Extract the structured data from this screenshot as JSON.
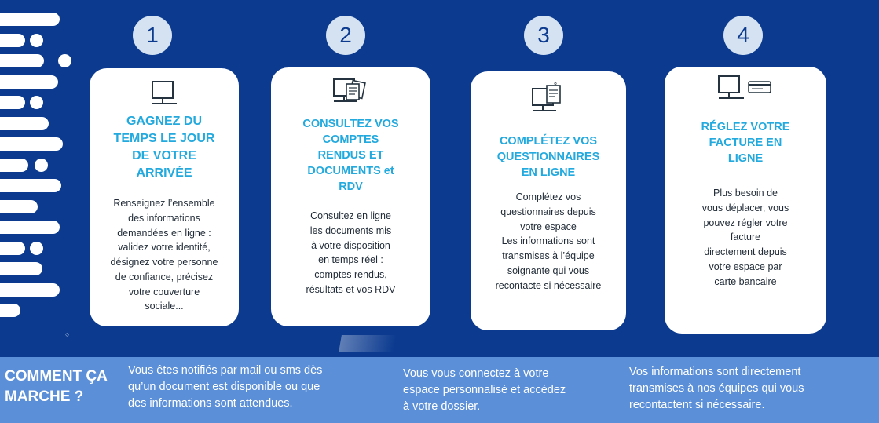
{
  "steps": [
    {
      "number": "1",
      "title": [
        "GAGNEZ DU",
        "TEMPS  LE JOUR",
        "DE VOTRE",
        "ARRIVÉE"
      ],
      "body": [
        "Renseignez l’ensemble",
        "des informations",
        "demandées en ligne :",
        "validez votre identité,",
        "désignez votre personne",
        "de confiance, précisez",
        "votre couverture",
        "sociale..."
      ],
      "icon": "computer-icon"
    },
    {
      "number": "2",
      "title": [
        "CONSULTEZ VOS",
        "COMPTES",
        "RENDUS ET",
        "DOCUMENTS et",
        "RDV"
      ],
      "body": [
        "Consultez en ligne",
        "les  documents mis",
        "à votre disposition",
        "en temps réel :",
        "comptes rendus,",
        "résultats et vos RDV"
      ],
      "icon": "computer-documents-icon"
    },
    {
      "number": "3",
      "title": [
        "COMPLÉTEZ VOS",
        "QUESTIONNAIRES",
        "EN LIGNE"
      ],
      "body": [
        "Complétez vos",
        "questionnaires depuis",
        "votre espace",
        "Les informations sont",
        "transmises à l’équipe",
        "soignante qui vous",
        "recontacte si nécessaire"
      ],
      "icon": "computer-form-icon"
    },
    {
      "number": "4",
      "title": [
        "RÉGLEZ VOTRE",
        "FACTURE EN",
        "LIGNE"
      ],
      "body": [
        "Plus besoin de",
        "vous déplacer, vous",
        "pouvez régler votre",
        "facture",
        "directement depuis",
        "votre espace par",
        "carte bancaire"
      ],
      "icon": "computer-card-icon"
    }
  ],
  "footer": {
    "title": [
      "COMMENT ÇA",
      "MARCHE ?"
    ],
    "col1": [
      "Vous êtes notifiés par mail ou sms dès",
      "qu’un document est disponible ou que",
      "des informations sont attendues."
    ],
    "col2": [
      "Vous vous connectez à votre",
      "espace personnalisé et accédez",
      "à votre dossier."
    ],
    "col3": [
      "Vos informations sont directement",
      "transmises à nos équipes qui vous",
      "recontactent si nécessaire."
    ]
  },
  "colors": {
    "background": "#0b3a8f",
    "accent": "#22a9de",
    "footer": "#5b8fd8",
    "badge": "#d4e2f1"
  }
}
